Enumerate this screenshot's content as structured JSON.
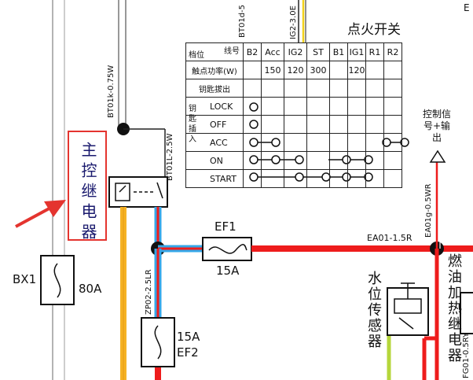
{
  "wire_labels": {
    "bt01k": "BT01k-0.75W",
    "bt01l": "BT01L-2.5W",
    "bt01d": "BT01d-5",
    "ig2": "IG2-3.0E",
    "zp02": "ZP02-2.5LR",
    "ea01g": "EA01g-0.5WR",
    "ea01": "EA01-1.5R",
    "fg01": "FG01-0.5RY",
    "corner": "E"
  },
  "fuses": {
    "ef1_name": "EF1",
    "ef1_rating": "15A",
    "ef2_name": "EF2",
    "ef2_rating": "15A",
    "bx1_name": "BX1",
    "bx1_rating": "80A"
  },
  "labels": {
    "main_relay": "主控继电器",
    "ignition_switch": "点火开关",
    "control_signal_output": "控制信号+输出",
    "water_level_sensor": "水位传感器",
    "fuel_heating_relay": "燃油加热继电器"
  },
  "table": {
    "header_line": "线号",
    "header_gear": "档位",
    "columns": [
      "B2",
      "Acc",
      "IG2",
      "ST",
      "B1",
      "IG1",
      "R1",
      "R2"
    ],
    "row_power_label": "触点功率(W)",
    "row_power_values": [
      "",
      "150",
      "120",
      "300",
      "",
      "120",
      "",
      ""
    ],
    "row_key_out": "钥匙拔出",
    "row_key_in": "钥匙插入",
    "positions": [
      "LOCK",
      "OFF",
      "ACC",
      "ON",
      "START"
    ]
  },
  "colors": {
    "red_wire": "#ee1c1c",
    "orange_wire": "#f5b224",
    "blue_wire": "#35a7e8",
    "highlight_box": "#e4342f",
    "arrow": "#e4342f"
  }
}
